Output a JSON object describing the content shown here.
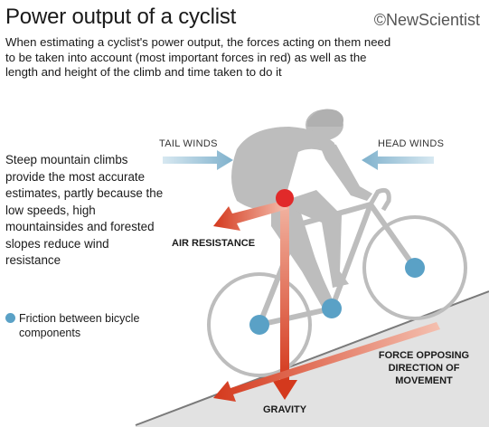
{
  "header": {
    "title": "Power output of a cyclist",
    "credit": "©NewScientist",
    "subtitle": "When estimating a cyclist's power output, the forces acting on them need to be taken into account (most important forces in red) as well as the length and height of the climb and time taken to do it"
  },
  "note": "Steep mountain climbs provide the most accurate estimates, partly because the low speeds, high mountainsides and forested slopes reduce wind resistance",
  "legend": {
    "friction_label": "Friction between bicycle components"
  },
  "labels": {
    "tail_winds": "TAIL WINDS",
    "head_winds": "HEAD WINDS",
    "air_resistance": "AIR RESISTANCE",
    "gravity": "GRAVITY",
    "force_opposing_line1": "FORCE OPPOSING",
    "force_opposing_line2": "DIRECTION OF",
    "force_opposing_line3": "MOVEMENT"
  },
  "colors": {
    "red_force": "#d94a2a",
    "wind_blue": "#8ab7cf",
    "friction_blue": "#5aa1c6",
    "silhouette": "#bdbdbd",
    "slope": "#e0e0e0"
  }
}
